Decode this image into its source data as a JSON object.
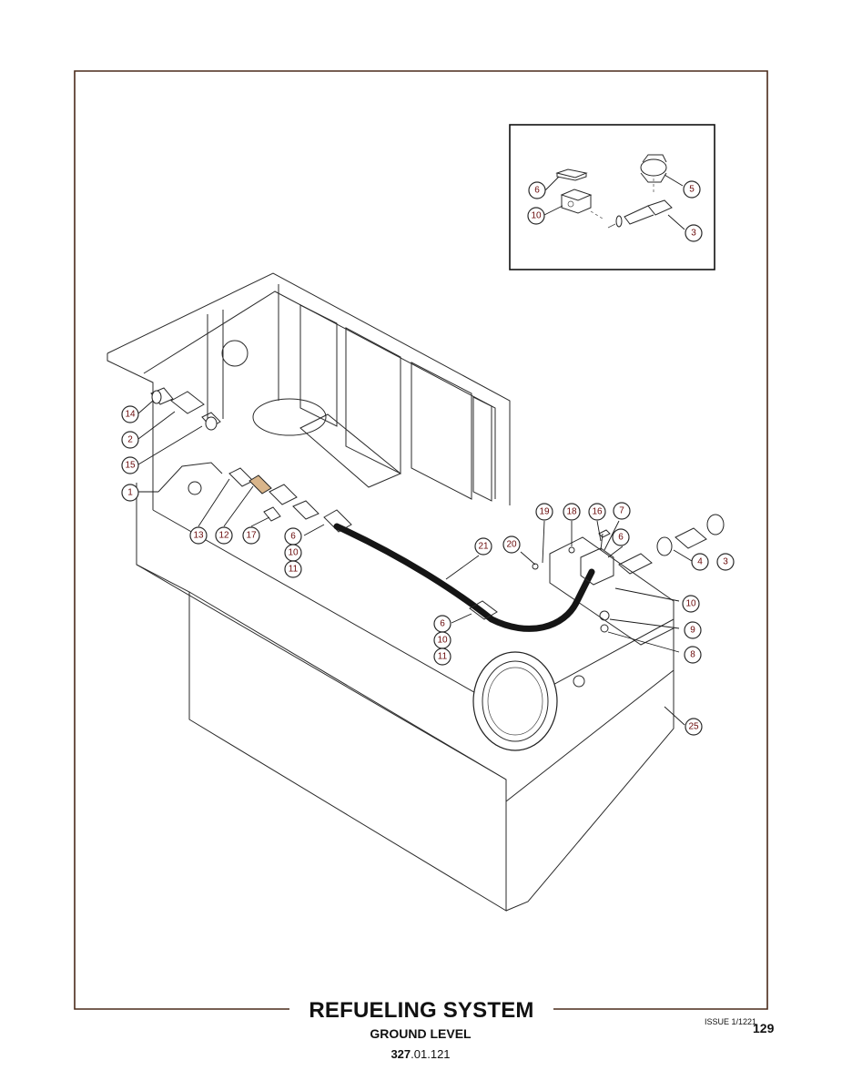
{
  "title": "REFUELING SYSTEM",
  "subtitle": "GROUND LEVEL",
  "code_bold": "327",
  "code_rest": ".01.121",
  "issue": "ISSUE 1/1221",
  "page_number": "129",
  "inset_callouts": [
    "6",
    "10",
    "5",
    "3"
  ],
  "main_callouts": [
    "14",
    "2",
    "15",
    "1",
    "13",
    "12",
    "17",
    "6",
    "10",
    "11",
    "19",
    "18",
    "16",
    "7",
    "6",
    "21",
    "20",
    "4",
    "3",
    "10",
    "9",
    "8",
    "6",
    "10",
    "11",
    "25"
  ],
  "colors": {
    "frame": "#4a2a1a",
    "balloon_text": "#6a0a0a",
    "hose": "#151515"
  }
}
